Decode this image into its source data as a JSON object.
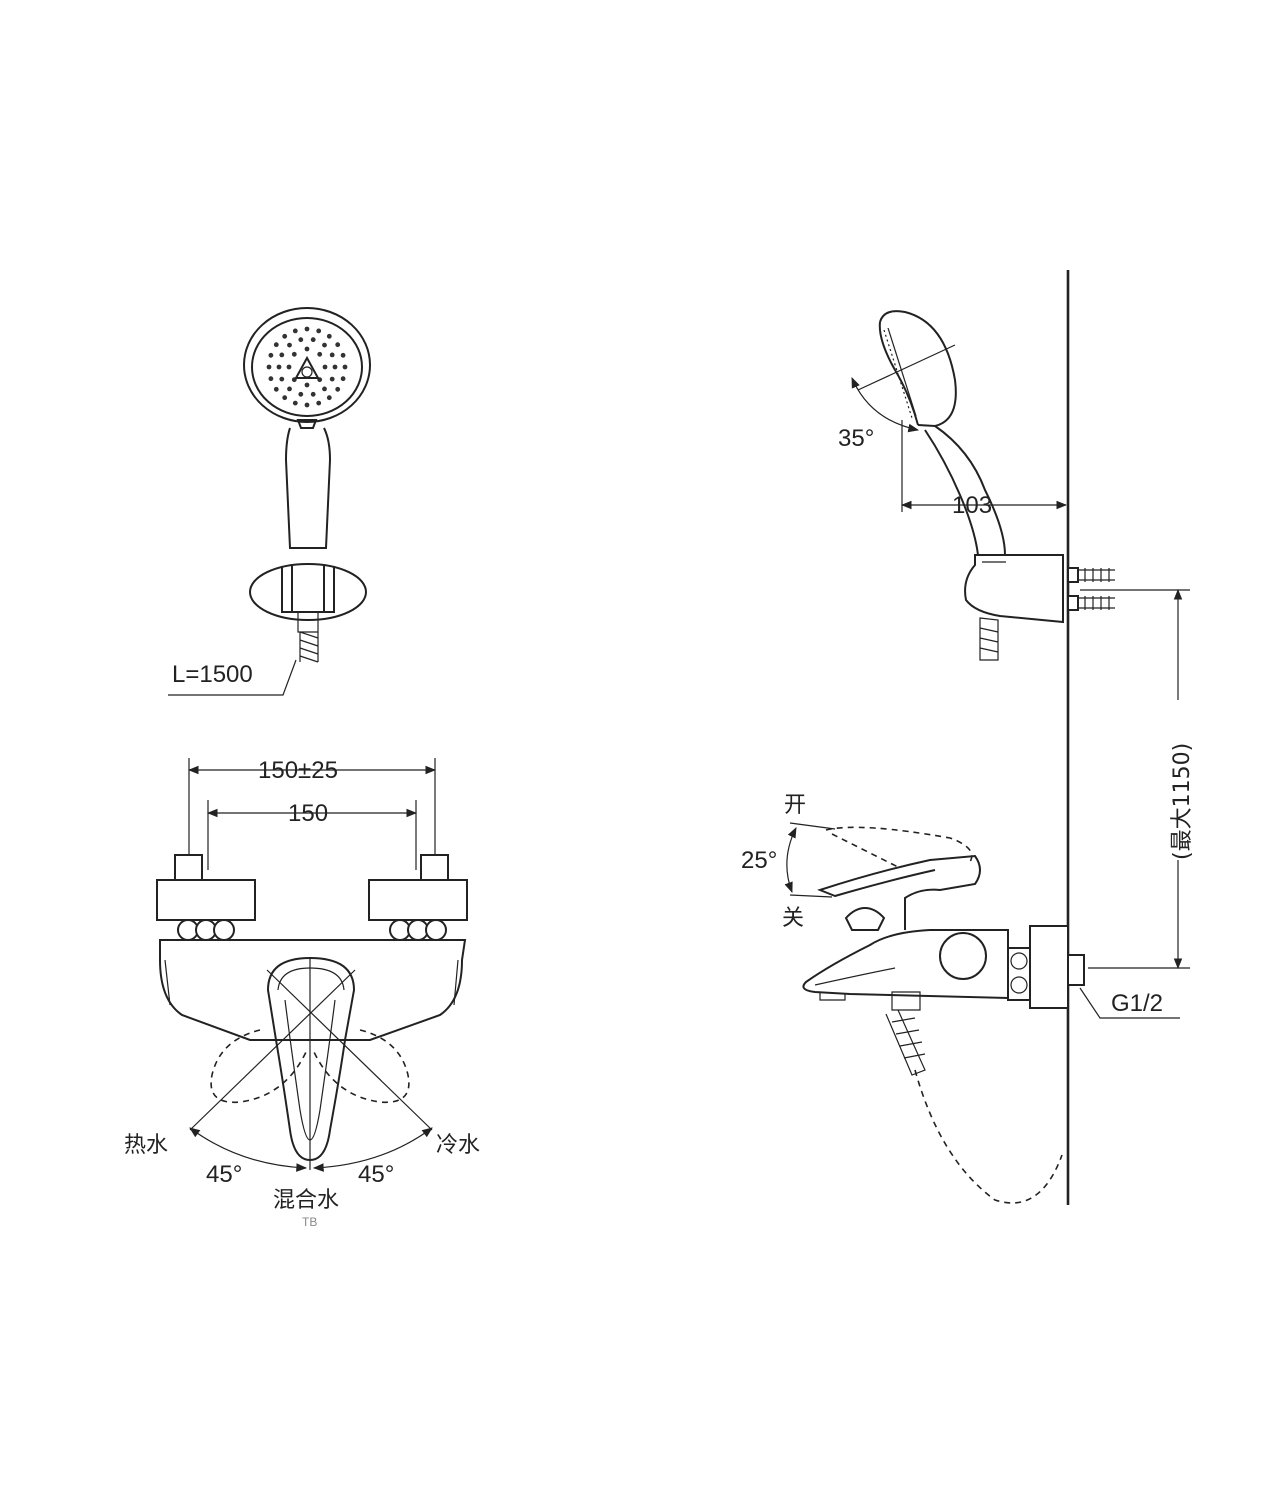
{
  "labels": {
    "hose_length": "L=1500",
    "inlet_spacing_range": "150±25",
    "inlet_spacing": "150",
    "hot_water": "热水",
    "cold_water": "冷水",
    "mixed_water": "混合水",
    "left_angle": "45°",
    "right_angle": "45°",
    "handshower_tilt_angle": "35°",
    "handshower_projection": "103",
    "lever_angle": "25°",
    "open": "开",
    "close": "关",
    "max_height": "(最大1150)",
    "thread_size": "G1/2",
    "watermark": "TB"
  },
  "colors": {
    "line": "#222222",
    "background": "#ffffff"
  }
}
